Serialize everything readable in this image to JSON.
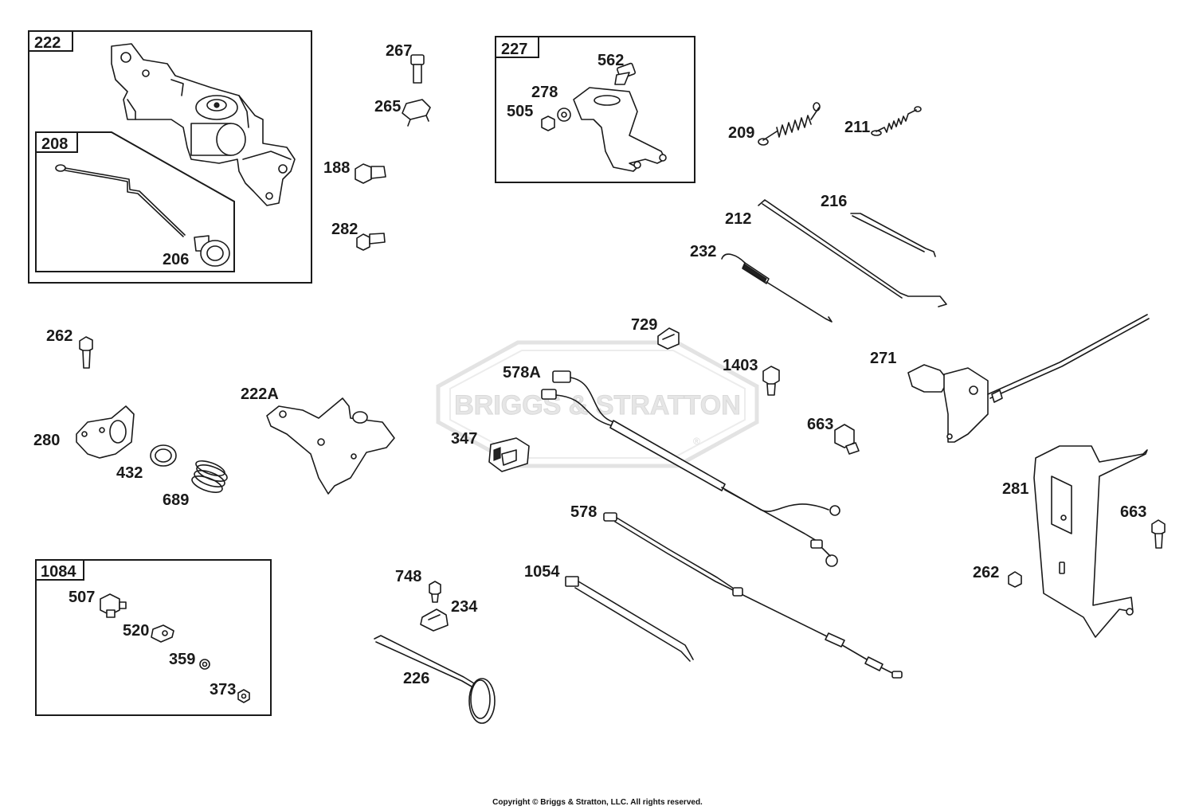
{
  "watermark": {
    "brand": "BRIGGS & STRATTON",
    "mark": "®"
  },
  "copyright": "Copyright © Briggs & Stratton, LLC. All rights reserved.",
  "boxes": {
    "b222": "222",
    "b208": "208",
    "b227": "227",
    "b1084": "1084"
  },
  "labels": {
    "p206": "206",
    "p267": "267",
    "p265": "265",
    "p188": "188",
    "p282": "282",
    "p562": "562",
    "p278": "278",
    "p505": "505",
    "p209": "209",
    "p211": "211",
    "p212": "212",
    "p216": "216",
    "p232": "232",
    "p262a": "262",
    "p222A": "222A",
    "p280": "280",
    "p432": "432",
    "p689": "689",
    "p729": "729",
    "p578A": "578A",
    "p1403": "1403",
    "p271": "271",
    "p347": "347",
    "p663a": "663",
    "p578": "578",
    "p1054": "1054",
    "p281": "281",
    "p663b": "663",
    "p262b": "262",
    "p748": "748",
    "p234": "234",
    "p226": "226",
    "p507": "507",
    "p520": "520",
    "p359": "359",
    "p373": "373"
  },
  "colors": {
    "line": "#1a1a1a",
    "watermark": "#e0e0e0",
    "background": "#ffffff"
  }
}
